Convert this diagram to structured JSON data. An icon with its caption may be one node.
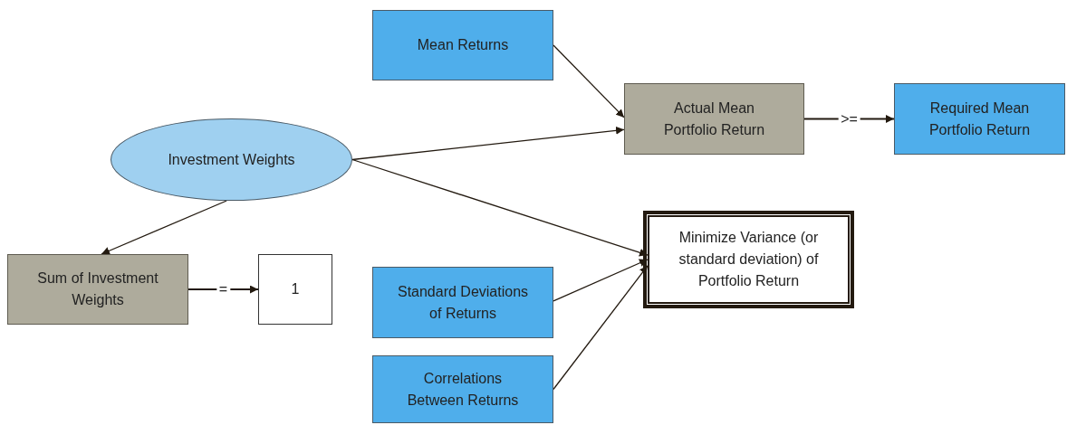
{
  "diagram": {
    "nodes": [
      {
        "text": [
          "Mean Returns"
        ]
      },
      {
        "text": [
          "Investment Weights"
        ]
      },
      {
        "text": [
          "Actual Mean Portfolio Return"
        ]
      },
      {
        "text": [
          "Required Mean Portfolio Return"
        ]
      },
      {
        "text": [
          "Minimize Variance (or standard deviation) of Portfolio Return"
        ]
      },
      {
        "text": [
          "Sum of Investment Weights"
        ]
      },
      {
        "text": [
          "1"
        ]
      },
      {
        "text": [
          "Standard Deviations of Returns"
        ]
      },
      {
        "text": [
          "Correlations Between Returns"
        ]
      }
    ],
    "edges": [
      {
        "from": 0,
        "to": 2,
        "arrow": "to"
      },
      {
        "from": 1,
        "to": 2,
        "arrow": "to"
      },
      {
        "from": 1,
        "to": 4,
        "arrow": "to"
      },
      {
        "from": 7,
        "to": 4,
        "arrow": "to"
      },
      {
        "from": 8,
        "to": 4,
        "arrow": "to"
      },
      {
        "from": 1,
        "to": 5,
        "arrow": "to"
      },
      {
        "from": 2,
        "to": 3,
        "arrow": "to",
        "label": ">="
      },
      {
        "from": 5,
        "to": 6,
        "arrow": "to",
        "label": "="
      }
    ]
  }
}
